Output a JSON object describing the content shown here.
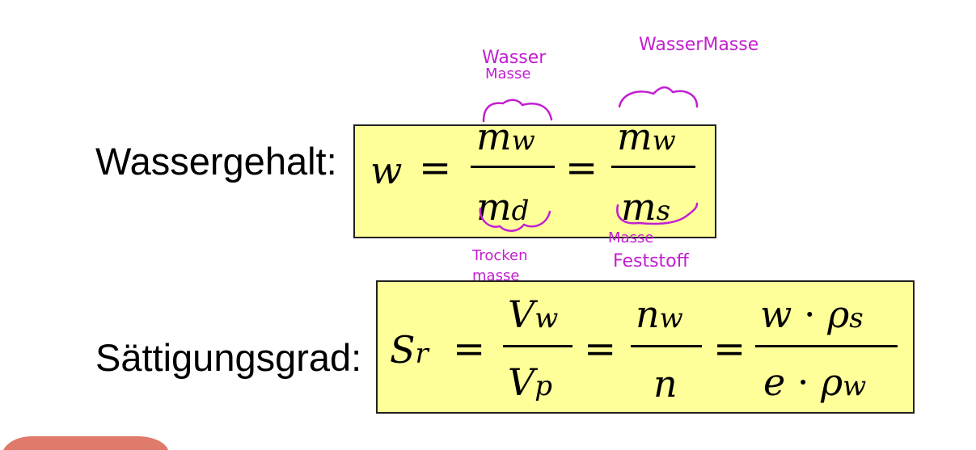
{
  "colors": {
    "box_fill": "#ffff99",
    "annotation_ink": "#c21fd0",
    "highlighter": "#e07a6a"
  },
  "row1": {
    "label": "Wassergehalt:",
    "w": "w",
    "eq1": "=",
    "eq2": "=",
    "num1_base": "m",
    "num1_sub": "w",
    "den1_base": "m",
    "den1_sub": "d",
    "num2_base": "m",
    "num2_sub": "w",
    "den2_base": "m",
    "den2_sub": "s"
  },
  "row2": {
    "label": "Sättigungsgrad:",
    "S_base": "S",
    "S_sub": "r",
    "eq1": "=",
    "eq2": "=",
    "eq3": "=",
    "num1_base": "V",
    "num1_sub": "w",
    "den1_base": "V",
    "den1_sub": "p",
    "num2_base": "n",
    "num2_sub": "w",
    "den2": "n",
    "num3_a": "w",
    "num3_dot": "·",
    "num3_rho": "ρ",
    "num3_sub": "s",
    "den3_a": "e",
    "den3_dot": "·",
    "den3_rho": "ρ",
    "den3_sub": "w"
  },
  "annotations": {
    "wasser_masse_1": "Wasser",
    "wasser_masse_2": "Masse",
    "wasser_masse_top": "WasserMasse",
    "trocken_1": "Trocken",
    "trocken_2": "masse",
    "masse_fest_1": "Masse",
    "masse_fest_2": "Feststoff"
  }
}
